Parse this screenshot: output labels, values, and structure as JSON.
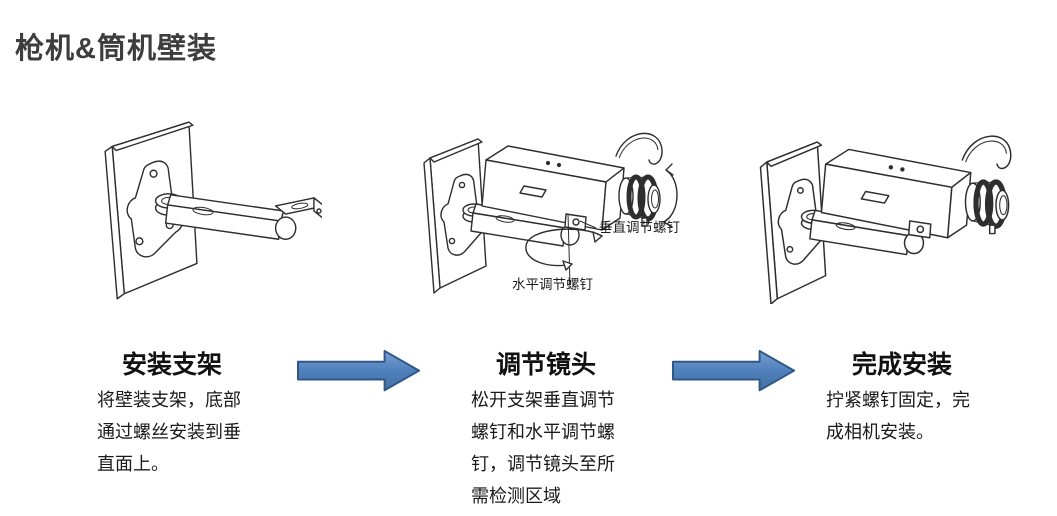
{
  "page": {
    "title": "枪机&筒机壁装",
    "background_color": "#ffffff",
    "title_color": "#3d3d3d"
  },
  "steps": [
    {
      "title": "安装支架",
      "description": "将壁装支架，底部通过螺丝安装到垂直面上。",
      "figure": "wall-bracket-illustration"
    },
    {
      "title": "调节镜头",
      "description": "松开支架垂直调节螺钉和水平调节螺钉，调节镜头至所需检测区域",
      "figure": "camera-lens-adjust-illustration",
      "labels": {
        "vertical_screw": "垂直调节螺钉",
        "horizontal_screw": "水平调节螺钉"
      }
    },
    {
      "title": "完成安装",
      "description": "拧紧螺钉固定，完成相机安装。",
      "figure": "camera-installed-illustration"
    }
  ],
  "arrows": {
    "count": 2,
    "fill": "#4f81bd",
    "fill_top": "#7b9fd0",
    "fill_bottom": "#44709f",
    "border": "#2f5788"
  },
  "colors": {
    "text": "#1a1a1a",
    "lineart": "#2e2e2e"
  }
}
